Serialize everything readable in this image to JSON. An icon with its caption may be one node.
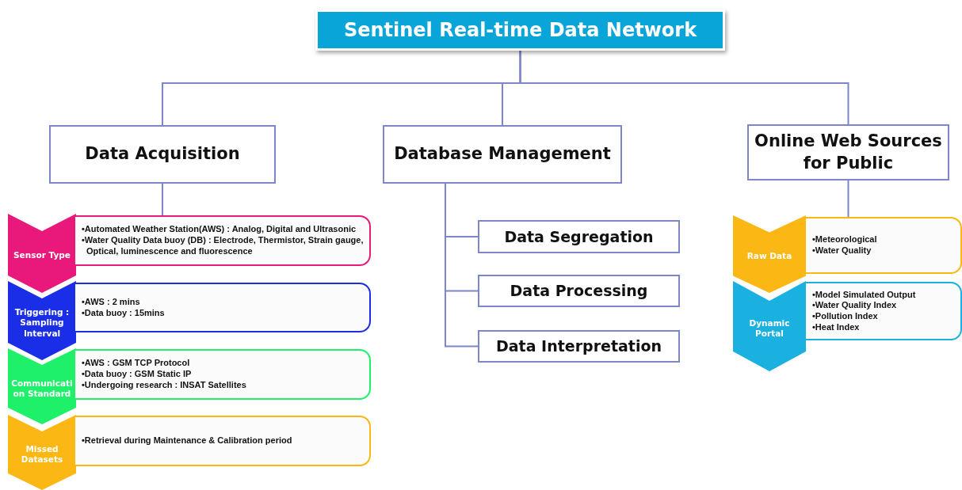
{
  "diagram": {
    "title": "Sentinel Real-time Data Network",
    "nodes": [
      {
        "text": [
          "Data Acquisition"
        ]
      },
      {
        "text": [
          "Database Management"
        ]
      },
      {
        "text": [
          "Online Web Sources for Public"
        ]
      },
      {
        "text": [
          "Sensor Type"
        ]
      },
      {
        "text": [
          "•Automated Weather Station(AWS) :  Analog, Digital and Ultrasonic",
          "•Water Quality Data buoy (DB) : Electrode, Thermistor, Strain gauge, Optical, luminescence and fluorescence"
        ]
      },
      {
        "text": [
          "Triggering : Sampling Interval"
        ]
      },
      {
        "text": [
          "•AWS : 2 mins",
          "•Data buoy : 15mins"
        ]
      },
      {
        "text": [
          "Communication Standard"
        ]
      },
      {
        "text": [
          "•AWS : GSM TCP Protocol",
          "•Data buoy : GSM Static IP",
          "•Undergoing research : INSAT Satellites"
        ]
      },
      {
        "text": [
          "Missed Datasets"
        ]
      },
      {
        "text": [
          "•Retrieval during Maintenance & Calibration period"
        ]
      },
      {
        "text": [
          "Data Segregation"
        ]
      },
      {
        "text": [
          "Data Processing"
        ]
      },
      {
        "text": [
          "Data Interpretation"
        ]
      },
      {
        "text": [
          "Raw Data"
        ]
      },
      {
        "text": [
          "•Meteorological",
          "•Water Quality"
        ]
      },
      {
        "text": [
          "Dynamic Portal"
        ]
      },
      {
        "text": [
          "•Model Simulated Output",
          "•Water Quality Index",
          "•Pollution Index",
          "•Heat Index"
        ]
      }
    ],
    "edges": [
      {
        "from": null,
        "to": 0,
        "arrow": "none"
      },
      {
        "from": null,
        "to": 1,
        "arrow": "none"
      },
      {
        "from": null,
        "to": 2,
        "arrow": "none"
      },
      {
        "from": 0,
        "to": 4,
        "arrow": "none"
      },
      {
        "from": 1,
        "to": 11,
        "arrow": "none"
      },
      {
        "from": 1,
        "to": 12,
        "arrow": "none"
      },
      {
        "from": 1,
        "to": 13,
        "arrow": "none"
      },
      {
        "from": 2,
        "to": 15,
        "arrow": "none"
      }
    ]
  }
}
